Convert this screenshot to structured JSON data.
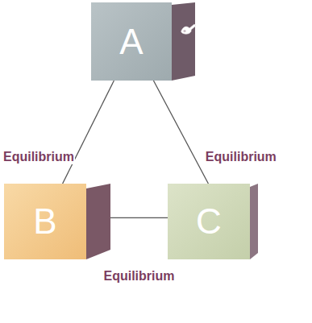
{
  "diagram": {
    "nodes": [
      {
        "text": [
          "A"
        ]
      },
      {
        "text": [
          "B"
        ]
      },
      {
        "text": [
          "C"
        ]
      }
    ],
    "edges": [
      {
        "from": 0,
        "to": 1,
        "arrow": "none",
        "label": "Equilibrium"
      },
      {
        "from": 0,
        "to": 2,
        "arrow": "none",
        "label": "Equilibrium"
      },
      {
        "from": 1,
        "to": 2,
        "arrow": "none",
        "label": "Equilibrium"
      }
    ]
  }
}
